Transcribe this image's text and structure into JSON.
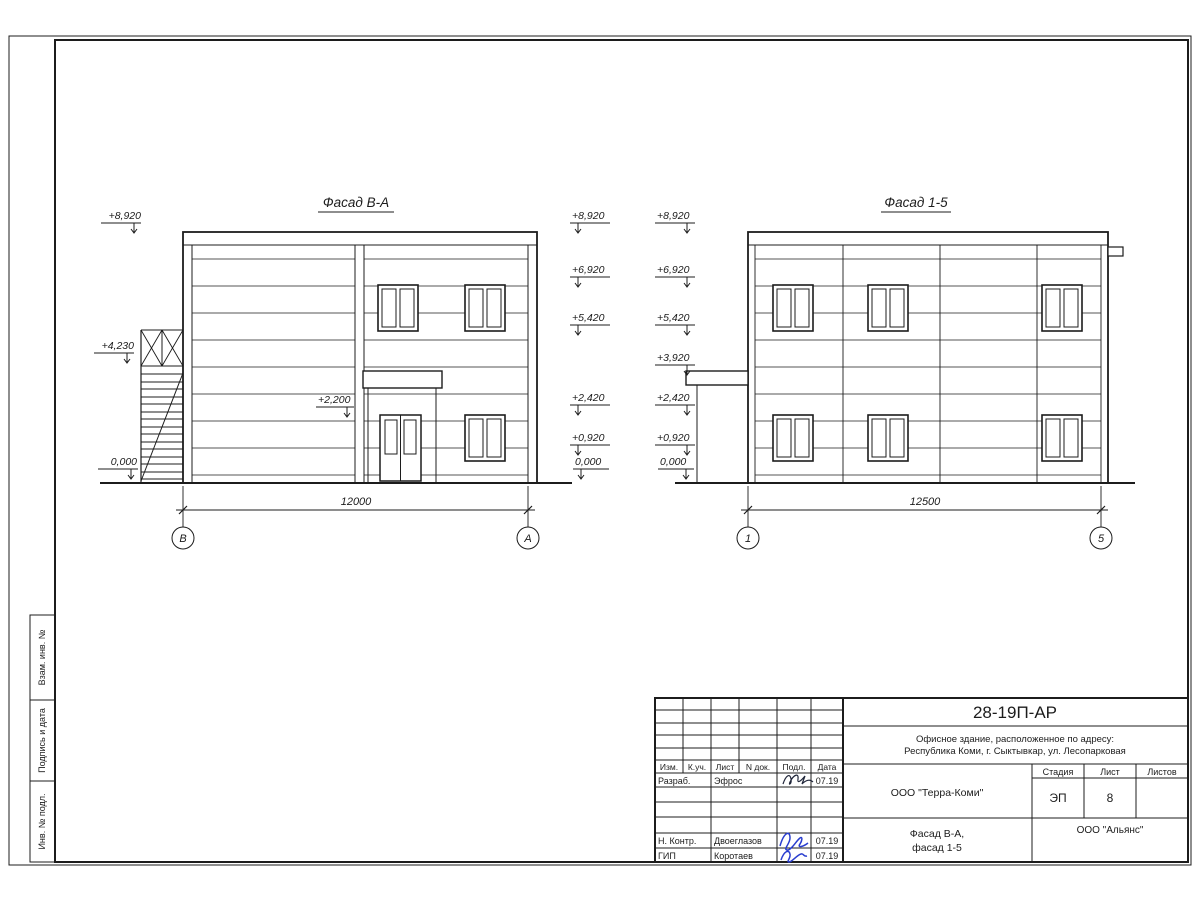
{
  "sheet": {
    "side_labels": [
      "Взам. инв. №",
      "Подпись и дата",
      "Инв. № подл."
    ]
  },
  "facade_left": {
    "title": "Фасад В-А",
    "marks_left": [
      "+8,920",
      "+4,230",
      "0,000"
    ],
    "marks_right": [
      "+8,920",
      "+6,920",
      "+5,420",
      "+2,420",
      "+0,920",
      "0,000"
    ],
    "mark_entrance": "+2,200",
    "dimension": "12000",
    "axis_left": "В",
    "axis_right": "А"
  },
  "facade_right": {
    "title": "Фасад 1-5",
    "marks_left": [
      "+8,920",
      "+6,920",
      "+5,420",
      "+3,920",
      "+2,420",
      "+0,920",
      "0,000"
    ],
    "dimension": "12500",
    "axis_left": "1",
    "axis_right": "5"
  },
  "stamp": {
    "doc_number": "28-19П-АР",
    "description_line1": "Офисное здание, расположенное по адресу:",
    "description_line2": "Республика Коми, г. Сыктывкар, ул. Лесопарковая",
    "columns": [
      "Изм.",
      "К.уч.",
      "Лист",
      "N док.",
      "Подл.",
      "Дата"
    ],
    "row_developer": {
      "role": "Разраб.",
      "name": "Эфрос",
      "date": "07.19"
    },
    "row_ncontrol": {
      "role": "Н. Контр.",
      "name": "Двоеглазов",
      "date": "07.19"
    },
    "row_gip": {
      "role": "ГИП",
      "name": "Коротаев",
      "date": "07.19"
    },
    "org_customer": "ООО \"Терра-Коми\"",
    "stage_label": "Стадия",
    "sheet_label": "Лист",
    "sheets_label": "Листов",
    "stage_value": "ЭП",
    "sheet_value": "8",
    "sheets_value": "",
    "drawing_title_line1": "Фасад В-А,",
    "drawing_title_line2": "фасад 1-5",
    "org_contractor": "ООО \"Альянс\""
  }
}
